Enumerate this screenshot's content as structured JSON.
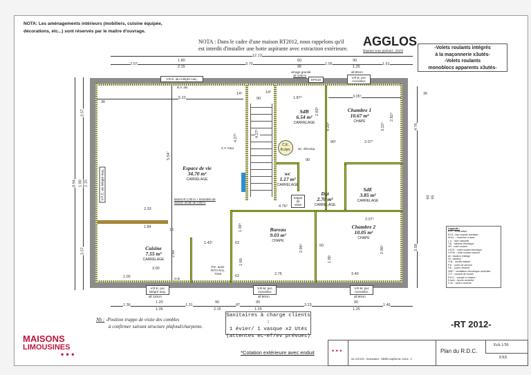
{
  "notes": {
    "top_line1": "NOTA: Les aménagements intérieurs (mobiliers, cuisine équipée,",
    "top_line2": "décorations, etc...) sont réservés par le maitre d'ouvrage.",
    "rt2012_line1": "NOTA : Dans le cadre d'une maison RT2012,  nous rappelons qu'il",
    "rt2012_line2": "est interdit d'installer une hotte aspirante avec extraction extérieure.",
    "ceiling_height": "Hauteur sous plafond : 2m50",
    "nb_label": "Nb :",
    "nb_line1": "-Position trappe de visite des combles",
    "nb_line2": "à confirmer suivant structure plafond/charpente.",
    "cotation": "*Cotation extérieure avec enduit"
  },
  "model": "AGGLOS",
  "volets": {
    "line1": "-Volets roulants intégrés",
    "line2": "à la maçonnerie x3utés-",
    "line3": "-Volets roulants",
    "line4": "monoblocs apparents x3utés-"
  },
  "dimensions": {
    "top_total": "12.13",
    "top": [
      "2.07",
      "1.80",
      "2.15",
      "3.70",
      "60",
      "95",
      "1.55",
      "90",
      "1.25",
      "1.51"
    ],
    "bottom": [
      "1.36",
      "1.20",
      "1.05",
      "1.31",
      "90",
      "2.15",
      "87",
      "90",
      "1.25",
      "3.23",
      "90",
      "1.25",
      "1.46"
    ],
    "left": [
      "8.94",
      "3.57",
      "1.80",
      "2.15",
      "3.57"
    ],
    "right": [
      "4.76",
      "3.58",
      "36",
      "60",
      "95"
    ],
    "interior": [
      "5.22",
      "36",
      "14⁵",
      "90",
      "14⁵",
      "1.87⁵",
      "3.05²",
      "5.54⁷",
      "4.27⁵",
      "4.27⁵",
      "2.83⁵",
      "4.20⁵",
      "3.22⁵",
      "2.82⁵",
      "90²",
      "2.07⁷",
      "4.76⁵",
      "2.07⁵",
      "2.33",
      "1.84",
      "3.00",
      "1.00",
      "1.42¹",
      "2.75",
      "3.40",
      "2.96⁵",
      "2.96⁵",
      "1.80",
      "62",
      "62",
      "60",
      "90",
      "1.39⁵",
      "1.60",
      "2.60",
      "15"
    ]
  },
  "openings": {
    "vre_top": "V.R.E. alu intégré maç.",
    "bv": "B.V. alu",
    "vitrage": "vitrage granité",
    "all120": "all 120cm",
    "eps10": "EPS10",
    "all80_top": "all 80cm",
    "vre_pvc_top": "V.R.E. pvc monobloc",
    "vre_left": "V.R.E. alu intégré maç.",
    "vre_pvc_kitchen": "V.R.E. pvc intégré maç.",
    "all110": "all 110cm",
    "pe": "P.E. acier RITA RAL 7016",
    "vrm1": "V.R.M. pvc monobloc",
    "all90a": "all 90cm",
    "vrm2": "V.R.M. pvc monobloc",
    "all90b": "all 90cm",
    "muret": "Muret Ht 1.00 m + retombée de cloison droite de 0,85 m",
    "cf": "C.F. futur",
    "ce": "C.E.",
    "ce_sub": "th.dyn.",
    "wc_decomp": "wc. décomp.",
    "trappe": "trappe de visite",
    "ob": "O.B."
  },
  "rooms": [
    {
      "name": "Espace de vie",
      "area": "34.70 m²",
      "floor": "CARRELAGE"
    },
    {
      "name": "SdB",
      "area": "6.54 m²",
      "floor": "CARRELAGE"
    },
    {
      "name": "Chambre 1",
      "area": "10.67 m²",
      "floor": "CHAPE"
    },
    {
      "name": "wc",
      "area": "1.17 m²",
      "floor": "CARRELAGE"
    },
    {
      "name": "Dgt",
      "area": "2.70 m²",
      "floor": "CARRELAGE"
    },
    {
      "name": "SdE",
      "area": "3.85 m²",
      "floor": "CARRELAGE"
    },
    {
      "name": "Cuisine",
      "area": "7.55 m²",
      "floor": "CARRELAGE"
    },
    {
      "name": "Bureau",
      "area": "9.03 m²",
      "floor": "CHAPE"
    },
    {
      "name": "Chambre 2",
      "area": "10.05 m²",
      "floor": "CHAPE"
    }
  ],
  "legend": {
    "title": "Légende :",
    "items": [
      "E.U. : évacuation",
      "ECS : eau chaude sanitaire",
      "M.A.L. : machine à laver",
      "L.V. : lave vaisselle",
      "T.E. : tableau électrique",
      "VR : volet roulant",
      "V.R.E. : volet roulant électrique",
      "V.R.M. : volet roulant manuel",
      "all : hauteur d'allège",
      "Ht : hauteur",
      "O.B. : oscillo-battant",
      "P.S. : porte de service",
      "P.E. : porte d'entrée",
      "VMC : ventilation mécanique contrôlée",
      "C.F. : conduit de fumée",
      "P.A.C. : pompe à chaleur",
      "S.serv : sèche serviette",
      "C.M. : contre-marche"
    ]
  },
  "sanitaires": {
    "line1": "Sanitaires à charge clients :",
    "line2": "1 évier/ 1 vasque x2 Utés",
    "line3": "(attentes ec-ef/ev prévues)"
  },
  "rt_label": "-RT 2012-",
  "logo": {
    "line1": "MAISONS",
    "line2": "LIMOUSINES"
  },
  "title_block": {
    "ref": "ML-2019/20 - Dessinateur : BB/BB.maj/BB.dis.  Indice : C",
    "plan": "Plan du R.D.C.",
    "scale": "Ech.1/50",
    "status": "EXE"
  }
}
